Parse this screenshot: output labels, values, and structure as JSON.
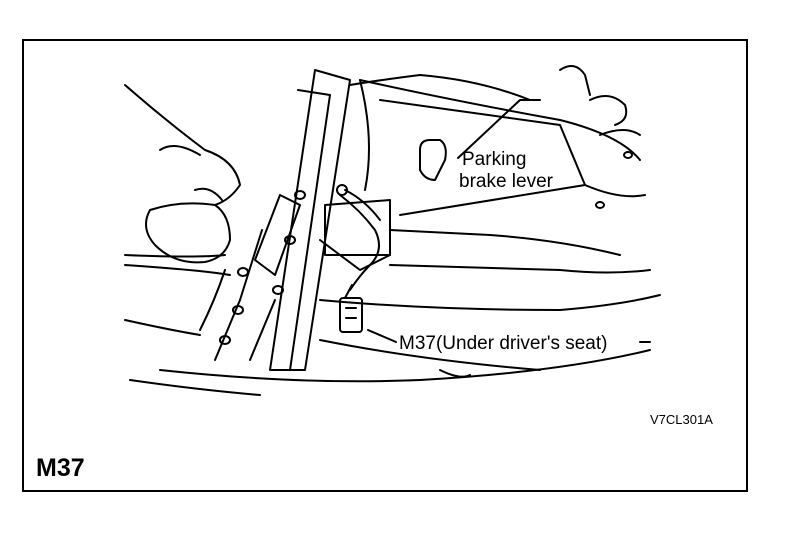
{
  "callouts": {
    "parking_brake_line1": "Parking",
    "parking_brake_line2": "brake lever",
    "connector": "M37(Under driver's seat)"
  },
  "figure_code": "V7CL301A",
  "connector_id": "M37",
  "colors": {
    "ink": "#000000",
    "paper": "#ffffff"
  }
}
